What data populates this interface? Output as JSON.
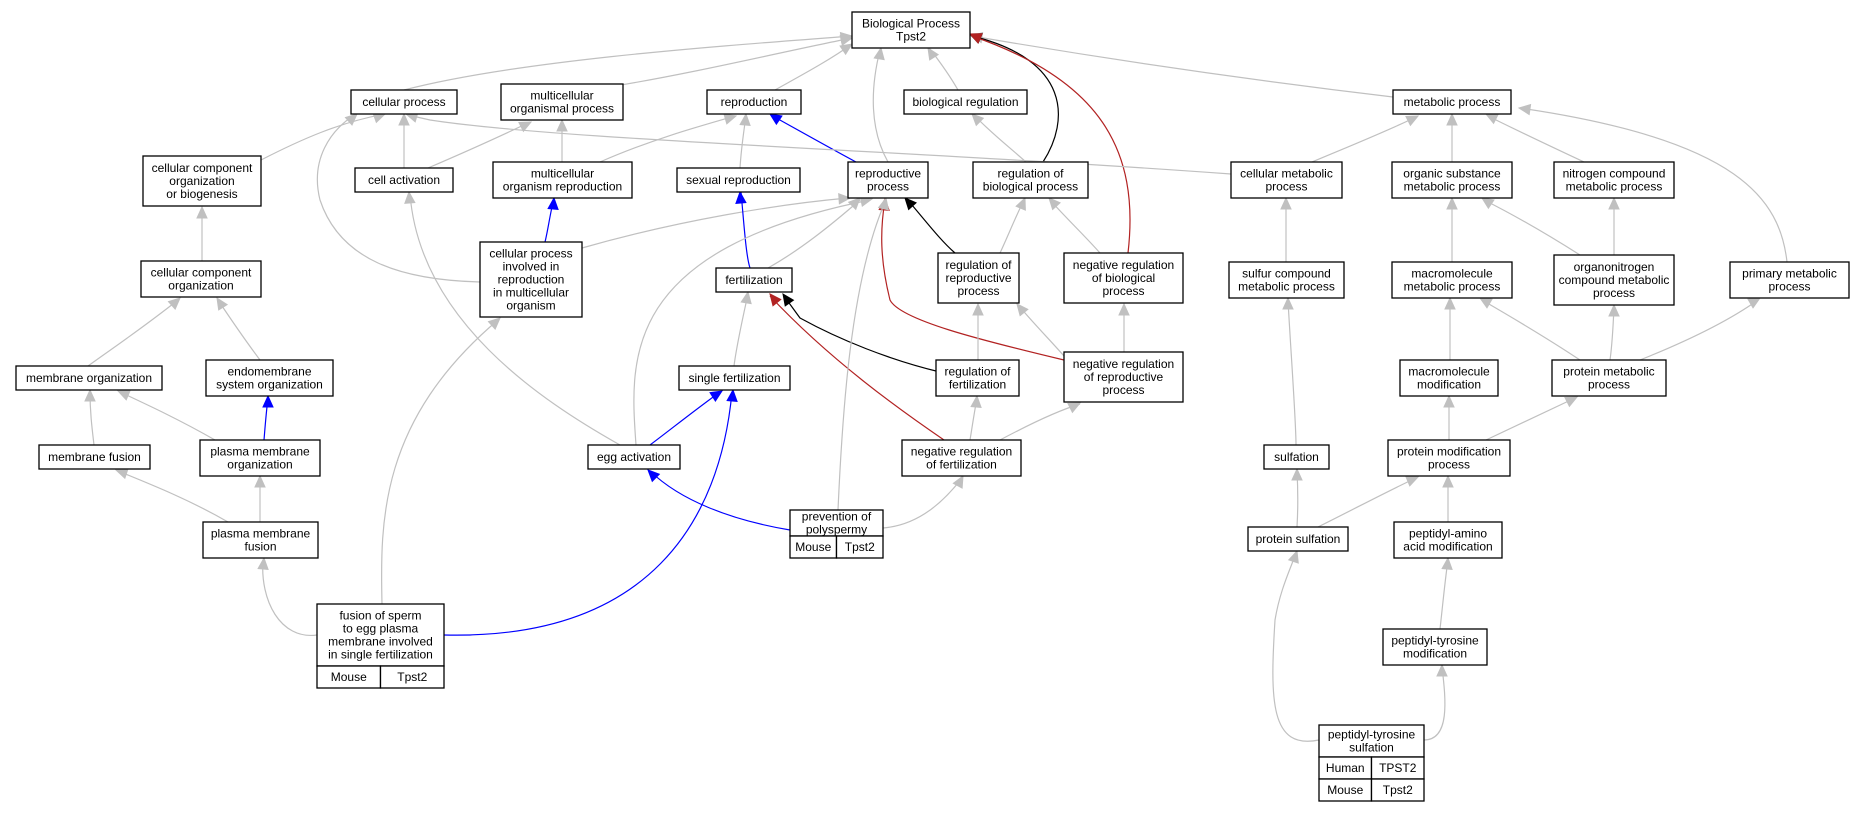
{
  "diagram": {
    "colors": {
      "edge_default": "#c0c0c0",
      "edge_blue": "#0000ff",
      "edge_black": "#000000",
      "edge_red": "#b22222",
      "mouse_fill": "#add8e6",
      "human_fill": "#ff6347"
    },
    "nodes": [
      {
        "id": "bp",
        "lines": [
          "Biological Process",
          "Tpst2"
        ]
      },
      {
        "id": "cellular_process",
        "lines": [
          "cellular process"
        ]
      },
      {
        "id": "multicellular_organismal_process",
        "lines": [
          "multicellular",
          "organismal process"
        ]
      },
      {
        "id": "reproduction",
        "lines": [
          "reproduction"
        ]
      },
      {
        "id": "biological_regulation",
        "lines": [
          "biological regulation"
        ]
      },
      {
        "id": "metabolic_process",
        "lines": [
          "metabolic process"
        ]
      },
      {
        "id": "ccob",
        "lines": [
          "cellular component",
          "organization",
          "or biogenesis"
        ]
      },
      {
        "id": "cell_activation",
        "lines": [
          "cell activation"
        ]
      },
      {
        "id": "multicellular_organism_reproduction",
        "lines": [
          "multicellular",
          "organism reproduction"
        ]
      },
      {
        "id": "sexual_reproduction",
        "lines": [
          "sexual reproduction"
        ]
      },
      {
        "id": "reproductive_process",
        "lines": [
          "reproductive",
          "process"
        ]
      },
      {
        "id": "regulation_of_biological_process",
        "lines": [
          "regulation of",
          "biological process"
        ]
      },
      {
        "id": "cellular_metabolic_process",
        "lines": [
          "cellular metabolic",
          "process"
        ]
      },
      {
        "id": "organic_substance_metabolic_process",
        "lines": [
          "organic substance",
          "metabolic process"
        ]
      },
      {
        "id": "nitrogen_compound_metabolic_process",
        "lines": [
          "nitrogen compound",
          "metabolic process"
        ]
      },
      {
        "id": "cellular_component_organization",
        "lines": [
          "cellular component",
          "organization"
        ]
      },
      {
        "id": "cpirmo",
        "lines": [
          "cellular process",
          "involved in",
          "reproduction",
          "in multicellular",
          "organism"
        ]
      },
      {
        "id": "fertilization",
        "lines": [
          "fertilization"
        ]
      },
      {
        "id": "regulation_of_reproductive_process",
        "lines": [
          "regulation of",
          "reproductive",
          "process"
        ]
      },
      {
        "id": "negative_regulation_of_biological_process",
        "lines": [
          "negative regulation",
          "of biological",
          "process"
        ]
      },
      {
        "id": "sulfur_compound_metabolic_process",
        "lines": [
          "sulfur compound",
          "metabolic process"
        ]
      },
      {
        "id": "macromolecule_metabolic_process",
        "lines": [
          "macromolecule",
          "metabolic process"
        ]
      },
      {
        "id": "organonitrogen_compound_metabolic_process",
        "lines": [
          "organonitrogen",
          "compound metabolic",
          "process"
        ]
      },
      {
        "id": "primary_metabolic_process",
        "lines": [
          "primary metabolic",
          "process"
        ]
      },
      {
        "id": "membrane_organization",
        "lines": [
          "membrane organization"
        ]
      },
      {
        "id": "endomembrane_system_organization",
        "lines": [
          "endomembrane",
          "system organization"
        ]
      },
      {
        "id": "single_fertilization",
        "lines": [
          "single fertilization"
        ]
      },
      {
        "id": "regulation_of_fertilization",
        "lines": [
          "regulation of",
          "fertilization"
        ]
      },
      {
        "id": "negative_regulation_of_reproductive_process",
        "lines": [
          "negative regulation",
          "of reproductive",
          "process"
        ]
      },
      {
        "id": "macromolecule_modification",
        "lines": [
          "macromolecule",
          "modification"
        ]
      },
      {
        "id": "protein_metabolic_process",
        "lines": [
          "protein metabolic",
          "process"
        ]
      },
      {
        "id": "membrane_fusion",
        "lines": [
          "membrane fusion"
        ]
      },
      {
        "id": "plasma_membrane_organization",
        "lines": [
          "plasma membrane",
          "organization"
        ]
      },
      {
        "id": "egg_activation",
        "lines": [
          "egg activation"
        ]
      },
      {
        "id": "negative_regulation_of_fertilization",
        "lines": [
          "negative regulation",
          "of fertilization"
        ]
      },
      {
        "id": "sulfation",
        "lines": [
          "sulfation"
        ]
      },
      {
        "id": "protein_modification_process",
        "lines": [
          "protein modification",
          "process"
        ]
      },
      {
        "id": "plasma_membrane_fusion",
        "lines": [
          "plasma membrane",
          "fusion"
        ]
      },
      {
        "id": "prevention_of_polyspermy",
        "lines": [
          "prevention of",
          "polyspermy"
        ],
        "annotations": [
          [
            {
              "text": "Mouse",
              "species": "mouse"
            },
            {
              "text": "Tpst2",
              "species": "mouse"
            }
          ]
        ]
      },
      {
        "id": "protein_sulfation",
        "lines": [
          "protein sulfation"
        ]
      },
      {
        "id": "peptidyl_amino_acid_modification",
        "lines": [
          "peptidyl-amino",
          "acid modification"
        ]
      },
      {
        "id": "fusion_of_sperm",
        "lines": [
          "fusion of sperm",
          "to egg plasma",
          "membrane involved",
          "in single fertilization"
        ],
        "annotations": [
          [
            {
              "text": "Mouse",
              "species": "mouse"
            },
            {
              "text": "Tpst2",
              "species": "mouse"
            }
          ]
        ]
      },
      {
        "id": "peptidyl_tyrosine_modification",
        "lines": [
          "peptidyl-tyrosine",
          "modification"
        ]
      },
      {
        "id": "peptidyl_tyrosine_sulfation",
        "lines": [
          "peptidyl-tyrosine",
          "sulfation"
        ],
        "annotations": [
          [
            {
              "text": "Human",
              "species": "human"
            },
            {
              "text": "TPST2",
              "species": "human"
            }
          ],
          [
            {
              "text": "Mouse",
              "species": "mouse"
            },
            {
              "text": "Tpst2",
              "species": "mouse"
            }
          ]
        ]
      }
    ],
    "edges": [
      {
        "from": "cellular_process",
        "to": "bp",
        "color": "gray"
      },
      {
        "from": "multicellular_organismal_process",
        "to": "bp",
        "color": "gray"
      },
      {
        "from": "reproduction",
        "to": "bp",
        "color": "gray"
      },
      {
        "from": "biological_regulation",
        "to": "bp",
        "color": "gray"
      },
      {
        "from": "metabolic_process",
        "to": "bp",
        "color": "gray"
      },
      {
        "from": "reproductive_process",
        "to": "bp",
        "color": "gray"
      },
      {
        "from": "regulation_of_biological_process",
        "to": "bp",
        "color": "black"
      },
      {
        "from": "negative_regulation_of_biological_process",
        "to": "bp",
        "color": "red"
      },
      {
        "from": "ccob",
        "to": "cellular_process",
        "color": "gray"
      },
      {
        "from": "cell_activation",
        "to": "cellular_process",
        "color": "gray"
      },
      {
        "from": "cell_activation",
        "to": "multicellular_organismal_process",
        "color": "gray"
      },
      {
        "from": "multicellular_organism_reproduction",
        "to": "multicellular_organismal_process",
        "color": "gray"
      },
      {
        "from": "multicellular_organism_reproduction",
        "to": "reproduction",
        "color": "gray"
      },
      {
        "from": "sexual_reproduction",
        "to": "reproduction",
        "color": "gray"
      },
      {
        "from": "reproductive_process",
        "to": "reproduction",
        "color": "blue"
      },
      {
        "from": "regulation_of_biological_process",
        "to": "biological_regulation",
        "color": "gray"
      },
      {
        "from": "cellular_metabolic_process",
        "to": "cellular_process",
        "color": "gray"
      },
      {
        "from": "cellular_metabolic_process",
        "to": "metabolic_process",
        "color": "gray"
      },
      {
        "from": "organic_substance_metabolic_process",
        "to": "metabolic_process",
        "color": "gray"
      },
      {
        "from": "nitrogen_compound_metabolic_process",
        "to": "metabolic_process",
        "color": "gray"
      },
      {
        "from": "primary_metabolic_process",
        "to": "metabolic_process",
        "color": "gray"
      },
      {
        "from": "cellular_component_organization",
        "to": "ccob",
        "color": "gray"
      },
      {
        "from": "cpirmo",
        "to": "cellular_process",
        "color": "gray"
      },
      {
        "from": "cpirmo",
        "to": "multicellular_organism_reproduction",
        "color": "blue"
      },
      {
        "from": "cpirmo",
        "to": "reproductive_process",
        "color": "gray"
      },
      {
        "from": "fertilization",
        "to": "sexual_reproduction",
        "color": "blue"
      },
      {
        "from": "fertilization",
        "to": "reproductive_process",
        "color": "gray"
      },
      {
        "from": "regulation_of_reproductive_process",
        "to": "reproductive_process",
        "color": "black"
      },
      {
        "from": "regulation_of_reproductive_process",
        "to": "regulation_of_biological_process",
        "color": "gray"
      },
      {
        "from": "negative_regulation_of_biological_process",
        "to": "regulation_of_biological_process",
        "color": "gray"
      },
      {
        "from": "negative_regulation_of_reproductive_process",
        "to": "reproductive_process",
        "color": "red"
      },
      {
        "from": "negative_regulation_of_reproductive_process",
        "to": "regulation_of_reproductive_process",
        "color": "gray"
      },
      {
        "from": "negative_regulation_of_reproductive_process",
        "to": "negative_regulation_of_biological_process",
        "color": "gray"
      },
      {
        "from": "sulfur_compound_metabolic_process",
        "to": "cellular_metabolic_process",
        "color": "gray"
      },
      {
        "from": "macromolecule_metabolic_process",
        "to": "organic_substance_metabolic_process",
        "color": "gray"
      },
      {
        "from": "organonitrogen_compound_metabolic_process",
        "to": "organic_substance_metabolic_process",
        "color": "gray"
      },
      {
        "from": "organonitrogen_compound_metabolic_process",
        "to": "nitrogen_compound_metabolic_process",
        "color": "gray"
      },
      {
        "from": "membrane_organization",
        "to": "cellular_component_organization",
        "color": "gray"
      },
      {
        "from": "endomembrane_system_organization",
        "to": "cellular_component_organization",
        "color": "gray"
      },
      {
        "from": "single_fertilization",
        "to": "fertilization",
        "color": "gray"
      },
      {
        "from": "regulation_of_fertilization",
        "to": "fertilization",
        "color": "black"
      },
      {
        "from": "regulation_of_fertilization",
        "to": "regulation_of_reproductive_process",
        "color": "gray"
      },
      {
        "from": "negative_regulation_of_fertilization",
        "to": "fertilization",
        "color": "red"
      },
      {
        "from": "negative_regulation_of_fertilization",
        "to": "regulation_of_fertilization",
        "color": "gray"
      },
      {
        "from": "negative_regulation_of_fertilization",
        "to": "negative_regulation_of_reproductive_process",
        "color": "gray"
      },
      {
        "from": "macromolecule_modification",
        "to": "macromolecule_metabolic_process",
        "color": "gray"
      },
      {
        "from": "protein_metabolic_process",
        "to": "macromolecule_metabolic_process",
        "color": "gray"
      },
      {
        "from": "protein_metabolic_process",
        "to": "organonitrogen_compound_metabolic_process",
        "color": "gray"
      },
      {
        "from": "protein_metabolic_process",
        "to": "primary_metabolic_process",
        "color": "gray"
      },
      {
        "from": "membrane_fusion",
        "to": "membrane_organization",
        "color": "gray"
      },
      {
        "from": "plasma_membrane_organization",
        "to": "membrane_organization",
        "color": "gray"
      },
      {
        "from": "plasma_membrane_organization",
        "to": "endomembrane_system_organization",
        "color": "blue"
      },
      {
        "from": "egg_activation",
        "to": "cell_activation",
        "color": "gray"
      },
      {
        "from": "egg_activation",
        "to": "single_fertilization",
        "color": "blue"
      },
      {
        "from": "egg_activation",
        "to": "reproductive_process",
        "color": "gray"
      },
      {
        "from": "protein_modification_process",
        "to": "macromolecule_modification",
        "color": "gray"
      },
      {
        "from": "protein_modification_process",
        "to": "protein_metabolic_process",
        "color": "gray"
      },
      {
        "from": "sulfation",
        "to": "sulfur_compound_metabolic_process",
        "color": "gray"
      },
      {
        "from": "plasma_membrane_fusion",
        "to": "membrane_fusion",
        "color": "gray"
      },
      {
        "from": "plasma_membrane_fusion",
        "to": "plasma_membrane_organization",
        "color": "gray"
      },
      {
        "from": "prevention_of_polyspermy",
        "to": "egg_activation",
        "color": "blue"
      },
      {
        "from": "prevention_of_polyspermy",
        "to": "reproductive_process",
        "color": "gray"
      },
      {
        "from": "prevention_of_polyspermy",
        "to": "negative_regulation_of_fertilization",
        "color": "gray"
      },
      {
        "from": "protein_sulfation",
        "to": "sulfation",
        "color": "gray"
      },
      {
        "from": "protein_sulfation",
        "to": "protein_modification_process",
        "color": "gray"
      },
      {
        "from": "peptidyl_amino_acid_modification",
        "to": "protein_modification_process",
        "color": "gray"
      },
      {
        "from": "fusion_of_sperm",
        "to": "plasma_membrane_fusion",
        "color": "gray"
      },
      {
        "from": "fusion_of_sperm",
        "to": "cpirmo",
        "color": "gray"
      },
      {
        "from": "fusion_of_sperm",
        "to": "single_fertilization",
        "color": "blue"
      },
      {
        "from": "peptidyl_tyrosine_modification",
        "to": "peptidyl_amino_acid_modification",
        "color": "gray"
      },
      {
        "from": "peptidyl_tyrosine_sulfation",
        "to": "protein_sulfation",
        "color": "gray"
      },
      {
        "from": "peptidyl_tyrosine_sulfation",
        "to": "peptidyl_tyrosine_modification",
        "color": "gray"
      }
    ]
  }
}
